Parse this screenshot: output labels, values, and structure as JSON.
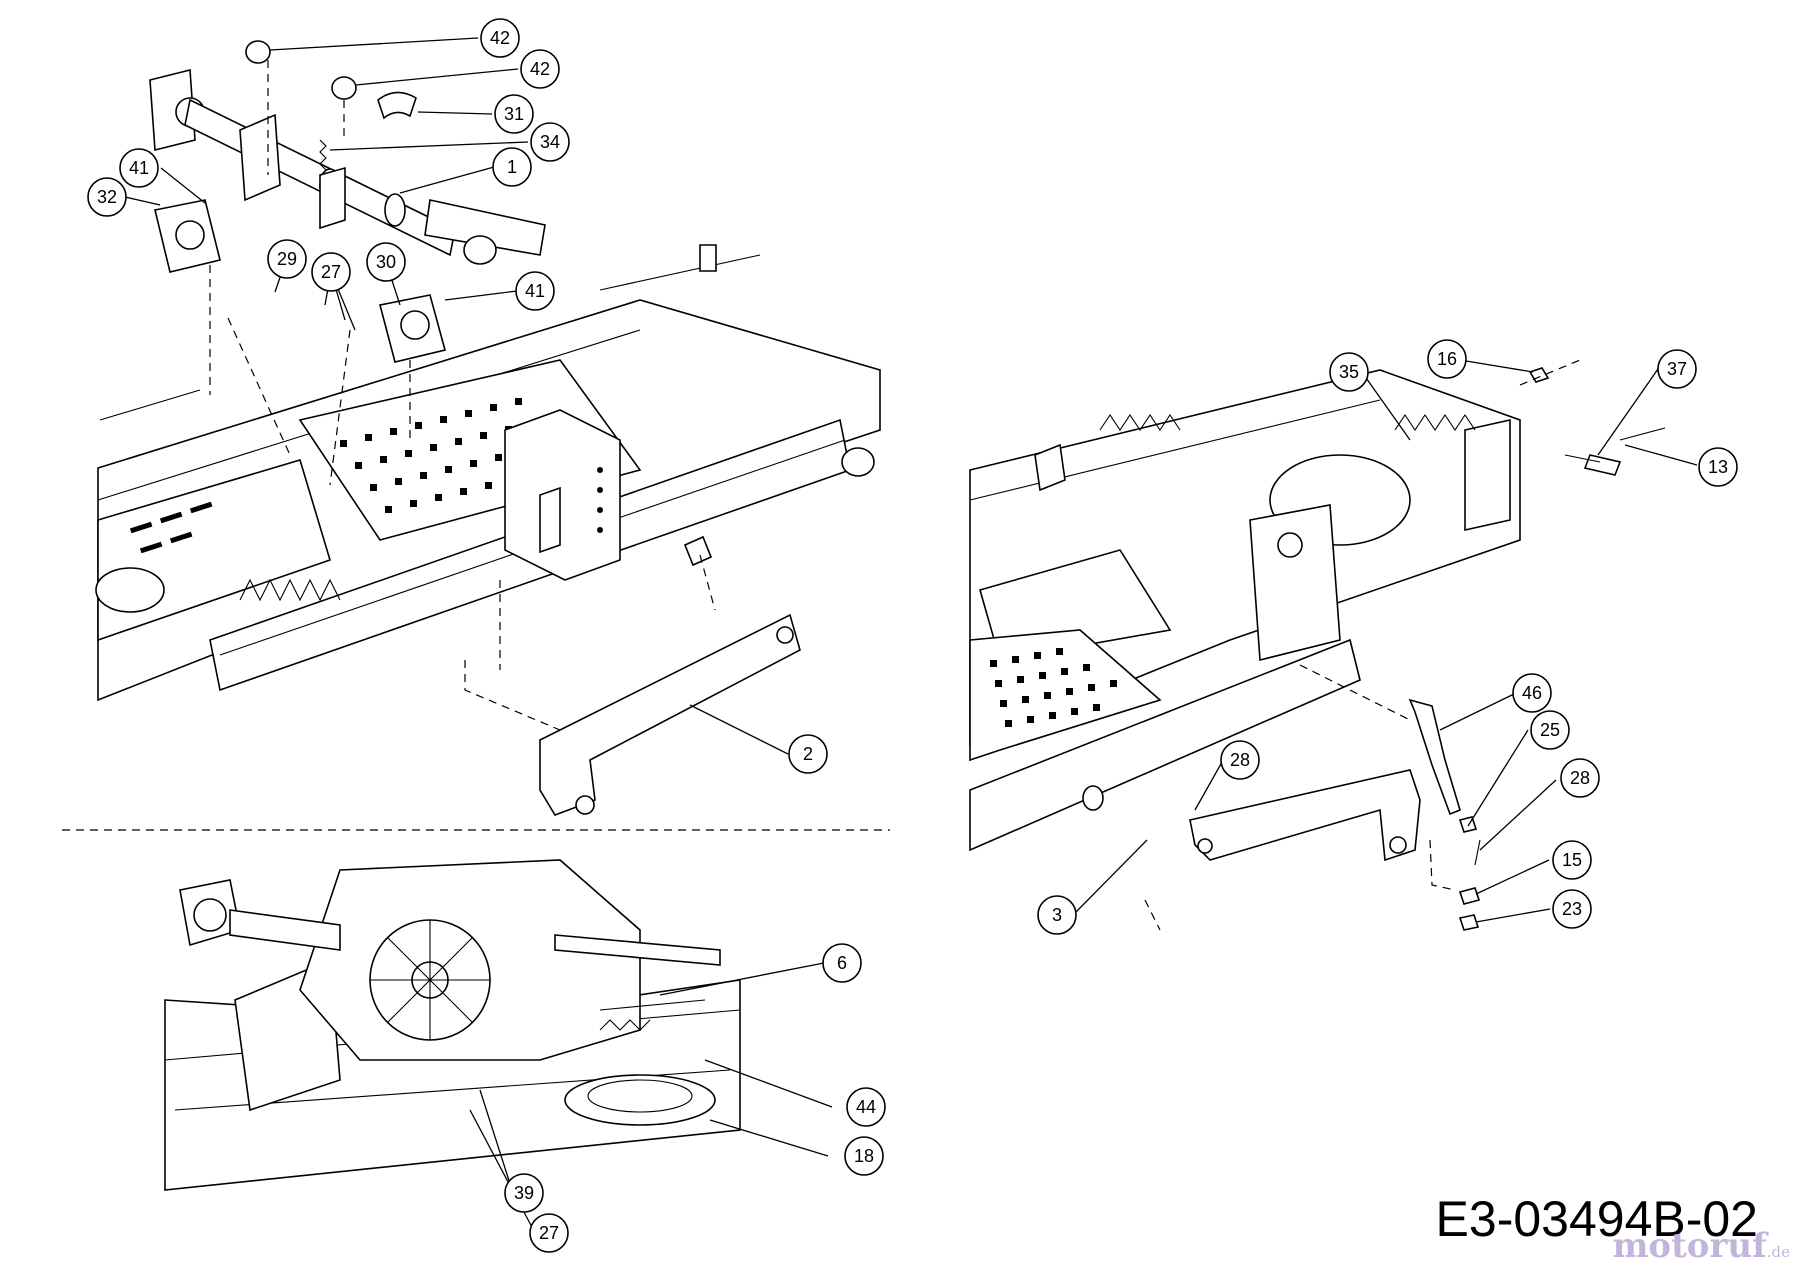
{
  "drawing_code": "E3-03494B-02",
  "watermark": {
    "brand": "motoruf",
    "tld": ".de"
  },
  "callouts": [
    {
      "id": "c-42a",
      "label": "42"
    },
    {
      "id": "c-42b",
      "label": "42"
    },
    {
      "id": "c-31",
      "label": "31"
    },
    {
      "id": "c-34",
      "label": "34"
    },
    {
      "id": "c-1",
      "label": "1"
    },
    {
      "id": "c-41a",
      "label": "41"
    },
    {
      "id": "c-32",
      "label": "32"
    },
    {
      "id": "c-29",
      "label": "29"
    },
    {
      "id": "c-27a",
      "label": "27"
    },
    {
      "id": "c-30",
      "label": "30"
    },
    {
      "id": "c-41b",
      "label": "41"
    },
    {
      "id": "c-2",
      "label": "2"
    },
    {
      "id": "c-6",
      "label": "6"
    },
    {
      "id": "c-44",
      "label": "44"
    },
    {
      "id": "c-18",
      "label": "18"
    },
    {
      "id": "c-39",
      "label": "39"
    },
    {
      "id": "c-27b",
      "label": "27"
    },
    {
      "id": "c-35",
      "label": "35"
    },
    {
      "id": "c-16",
      "label": "16"
    },
    {
      "id": "c-37",
      "label": "37"
    },
    {
      "id": "c-13",
      "label": "13"
    },
    {
      "id": "c-46",
      "label": "46"
    },
    {
      "id": "c-25",
      "label": "25"
    },
    {
      "id": "c-28a",
      "label": "28"
    },
    {
      "id": "c-28b",
      "label": "28"
    },
    {
      "id": "c-15",
      "label": "15"
    },
    {
      "id": "c-23",
      "label": "23"
    },
    {
      "id": "c-3",
      "label": "3"
    }
  ]
}
